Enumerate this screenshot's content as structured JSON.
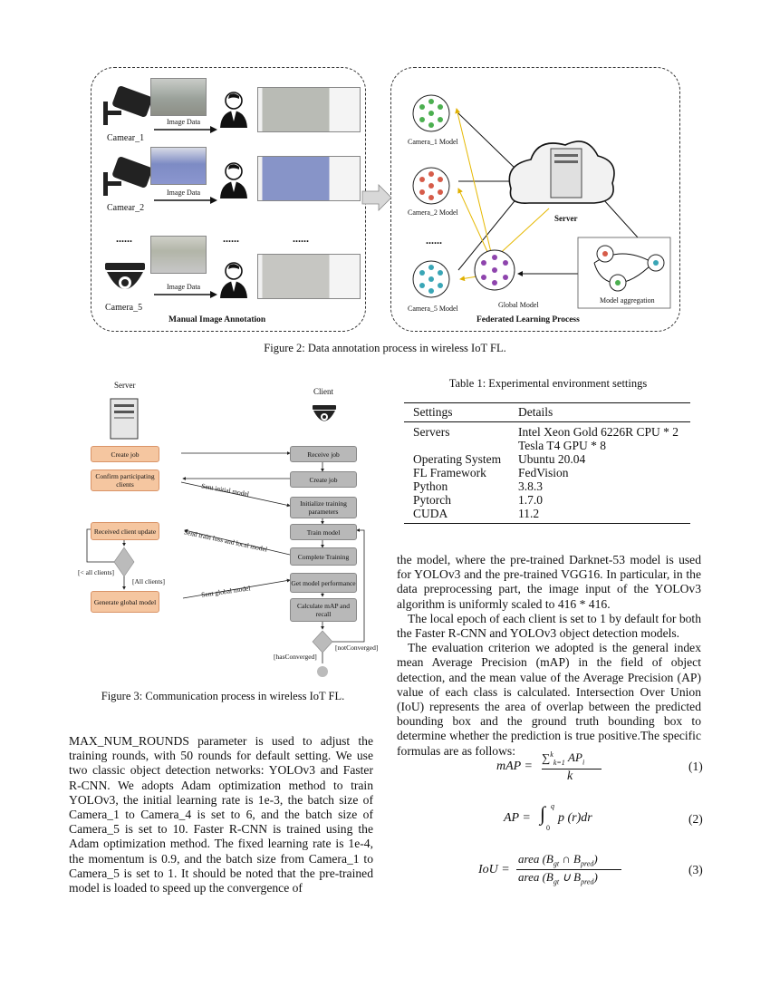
{
  "figure2": {
    "left_panel_title": "Manual Image Annotation",
    "right_panel_title": "Federated Learning Process",
    "cameras": [
      "Camear_1",
      "Camear_2",
      "Camera_5"
    ],
    "image_data_label": "Image Data",
    "ellipsis": "......",
    "models": [
      "Camera_1 Model",
      "Camera_2 Model",
      "Camera_5 Model"
    ],
    "global_model": "Global Model",
    "server": "Server",
    "model_aggregation": "Model aggregation",
    "caption": "Figure 2: Data annotation process in wireless IoT FL."
  },
  "figure3": {
    "server_label": "Server",
    "client_label": "Client",
    "server_boxes": [
      "Create job",
      "Confirm participating clients",
      "Received client update",
      "Generate global model"
    ],
    "client_boxes": [
      "Receive job",
      "Create job",
      "Initialize training parameters",
      "Train model",
      "Complete Training",
      "Get model performance",
      "Calculate mAP and recall"
    ],
    "arrows": [
      "Sent initial model",
      "Send train loss and local model",
      "Sent global model"
    ],
    "conditions": [
      "[< all clients]",
      "[All clients]",
      "[notConverged]",
      "[hasConverged]"
    ],
    "caption": "Figure 3: Communication process in wireless IoT FL."
  },
  "table1": {
    "caption": "Table 1: Experimental environment settings",
    "headers": [
      "Settings",
      "Details"
    ],
    "rows": [
      [
        "Servers",
        "Intel Xeon Gold 6226R CPU * 2"
      ],
      [
        "",
        "Tesla T4 GPU * 8"
      ],
      [
        "Operating System",
        "Ubuntu 20.04"
      ],
      [
        "FL Framework",
        "FedVision"
      ],
      [
        "Python",
        "3.8.3"
      ],
      [
        "Pytorch",
        "1.7.0"
      ],
      [
        "CUDA",
        "11.2"
      ]
    ]
  },
  "text": {
    "left_para": "MAX_NUM_ROUNDS parameter is used to adjust the training rounds, with 50 rounds for default setting. We use two classic object detection networks: YOLOv3 and Faster R-CNN. We adopts Adam optimization method to train YOLOv3, the initial learning rate is 1e-3, the batch size of Camera_1 to Camera_4 is set to 6, and the batch size of Camera_5 is set to 10. Faster R-CNN is trained using the Adam optimization method. The fixed learning rate is 1e-4, the momentum is 0.9, and the batch size from Camera_1 to Camera_5 is set to 1. It should be noted that the pre-trained model is loaded to speed up the convergence of",
    "right_para1": "the model, where the pre-trained Darknet-53 model is used for YOLOv3 and the pre-trained VGG16. In particular, in the data preprocessing part, the image input of the YOLOv3 algorithm is uniformly scaled to 416 * 416.",
    "right_para2": "The local epoch of each client is set to 1 by default for both the Faster R-CNN and YOLOv3 object detection models.",
    "right_para3": "The evaluation criterion we adopted is the general index mean Average Precision (mAP) in the field of object detection, and the mean value of the Average Precision (AP) value of each class is calculated. Intersection Over Union (IoU) represents the area of overlap between the predicted bounding box and the ground truth bounding box to determine whether the prediction is true positive.The specific formulas are as follows:"
  },
  "equations": {
    "eq1_num": "(1)",
    "eq2_num": "(2)",
    "eq3_num": "(3)"
  }
}
